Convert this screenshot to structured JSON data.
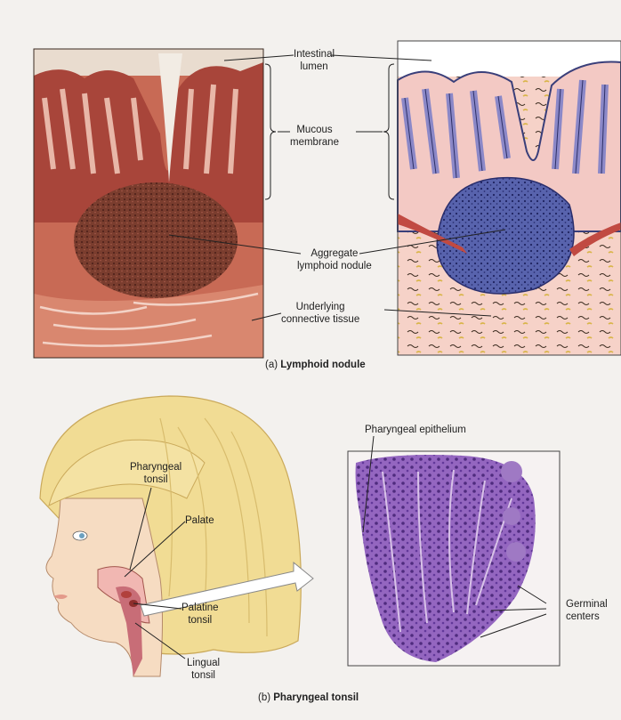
{
  "labels": {
    "intestinal_lumen": [
      "Intestinal",
      "lumen"
    ],
    "mucous_membrane": [
      "Mucous",
      "membrane"
    ],
    "aggregate_nodule": [
      "Aggregate",
      "lymphoid nodule"
    ],
    "connective_tissue": [
      "Underlying",
      "connective tissue"
    ],
    "pharyngeal_tonsil": [
      "Pharyngeal",
      "tonsil"
    ],
    "palate": "Palate",
    "palatine_tonsil": [
      "Palatine",
      "tonsil"
    ],
    "lingual_tonsil": [
      "Lingual",
      "tonsil"
    ],
    "pharyngeal_epithelium": "Pharyngeal epithelium",
    "germinal_centers": [
      "Germinal",
      "centers"
    ]
  },
  "captions": {
    "a_letter": "(a)",
    "a_text": "Lymphoid nodule",
    "b_letter": "(b)",
    "b_text": "Pharyngeal tonsil"
  },
  "colors": {
    "micrograph_stain": "#b24a3c",
    "nodule_blue": "#4f5aa8",
    "tonsil_purple": "#8a5bb8",
    "hair": "#f1dc94",
    "skin": "#f6dcc2"
  }
}
